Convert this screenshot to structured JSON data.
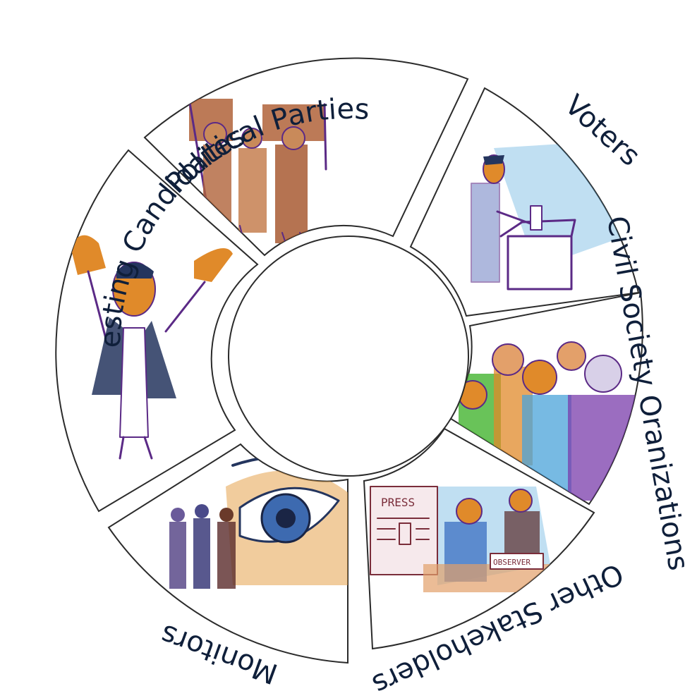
{
  "diagram": {
    "type": "circular-segments",
    "segments": [
      {
        "id": "political-parties",
        "label": "Political Parties",
        "illustration": "flag-march-illustration"
      },
      {
        "id": "voters",
        "label": "Voters",
        "illustration": "ballot-box-illustration"
      },
      {
        "id": "civil-society",
        "label": "Civil Society Oranizations",
        "illustration": "crowd-illustration"
      },
      {
        "id": "other-stakeholders",
        "label": "Other Stakeholders",
        "illustration": "press-observer-illustration"
      },
      {
        "id": "monitors",
        "label": "Monitors",
        "illustration": "eye-observers-illustration"
      },
      {
        "id": "contesting-candidates",
        "label": "Contesting Candidates",
        "illustration": "candidate-waving-illustration"
      }
    ],
    "sketch_labels": {
      "press": "PRESS",
      "observer": "OBSERVER"
    },
    "colors": {
      "outline": "#2b2b2b",
      "label": "#0f1f3a",
      "purple": "#5b2a86",
      "orange": "#e08a2a",
      "brown": "#b0633a",
      "blue": "#4aa3d9",
      "navy": "#24355e",
      "green": "#4fb83c"
    }
  }
}
